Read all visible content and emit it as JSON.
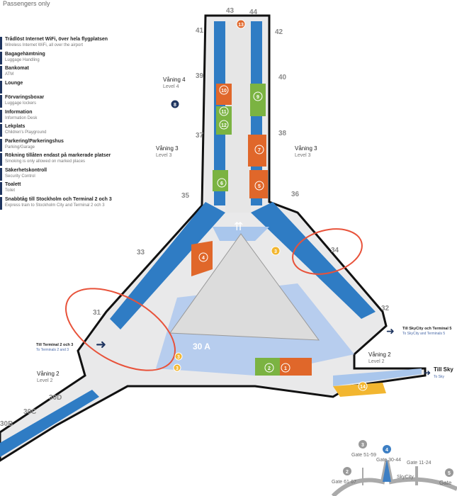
{
  "header_note": "Passengers only",
  "legend": [
    {
      "sv": "Trådlöst Internet WiFi, över hela flygplatsen",
      "en": "Wireless Internet WiFi, all over the airport",
      "icon": "wifi-icon"
    },
    {
      "sv": "Bagagehämtning",
      "en": "Luggage Handling",
      "icon": "luggage-icon"
    },
    {
      "sv": "Bankomat",
      "en": "ATM",
      "icon": "atm-icon"
    },
    {
      "sv": "Lounge",
      "en": "",
      "icon": "lounge-icon"
    },
    {
      "sv": "Förvaringsboxar",
      "en": "Luggage lockers",
      "icon": "locker-icon"
    },
    {
      "sv": "Information",
      "en": "Information Desk",
      "icon": "info-icon"
    },
    {
      "sv": "Lekplats",
      "en": "Children's Playground",
      "icon": "playground-icon"
    },
    {
      "sv": "Parkering/Parkeringshus",
      "en": "Parking/Garage",
      "icon": "parking-icon"
    },
    {
      "sv": "Rökning tillåten endast på markerade platser",
      "en": "Smoking is only allowed on marked places",
      "icon": "smoking-icon"
    },
    {
      "sv": "Säkerhetskontroll",
      "en": "Security Control",
      "icon": "security-icon"
    },
    {
      "sv": "Toalett",
      "en": "Toilet",
      "icon": "toilet-icon"
    },
    {
      "sv": "Snabbtåg till Stockholm och Terminal 2 och 3",
      "en": "Express train to Stockholm City and Terminal 2 och 3",
      "icon": "train-icon"
    }
  ],
  "gates": [
    "43",
    "44",
    "41",
    "42",
    "39",
    "40",
    "37",
    "38",
    "35",
    "36",
    "33",
    "34",
    "31",
    "32",
    "30 A",
    "30D",
    "30C",
    "30B"
  ],
  "shops": [
    "13",
    "10",
    "9",
    "11",
    "12",
    "7",
    "6",
    "5",
    "4",
    "3",
    "3",
    "3",
    "2",
    "1",
    "14",
    "8"
  ],
  "levels": {
    "l4": {
      "sv": "Våning 4",
      "en": "Level 4"
    },
    "l3": {
      "sv": "Våning 3",
      "en": "Level 3"
    },
    "l2": {
      "sv": "Våning 2",
      "en": "Level 2"
    }
  },
  "directions": {
    "t23": {
      "sv": "Till Terminal 2 och 3",
      "en": "To Terminals 2 and 3"
    },
    "sky": {
      "sv": "Till SkyCity och Terminal 5",
      "en": "To SkyCity and Terminals 5"
    },
    "sky2": {
      "sv": "Till Sky",
      "en": "To Sky"
    }
  },
  "minimap": {
    "t3": "3",
    "g3": "Gate 51-59",
    "t4": "4",
    "g4": "Gate 30-44",
    "g1124": "Gate 11-24",
    "t2": "2",
    "g2": "Gate 61-67",
    "skycity": "SkyCity",
    "t5": "5",
    "g5": "Gate"
  },
  "colors": {
    "blue": "#2f7cc4",
    "light_blue": "#a9c6ec",
    "orange": "#e0672a",
    "green": "#7bb342",
    "yellow": "#f2b630",
    "navy": "#1f3560",
    "highlight": "#e8523a"
  }
}
